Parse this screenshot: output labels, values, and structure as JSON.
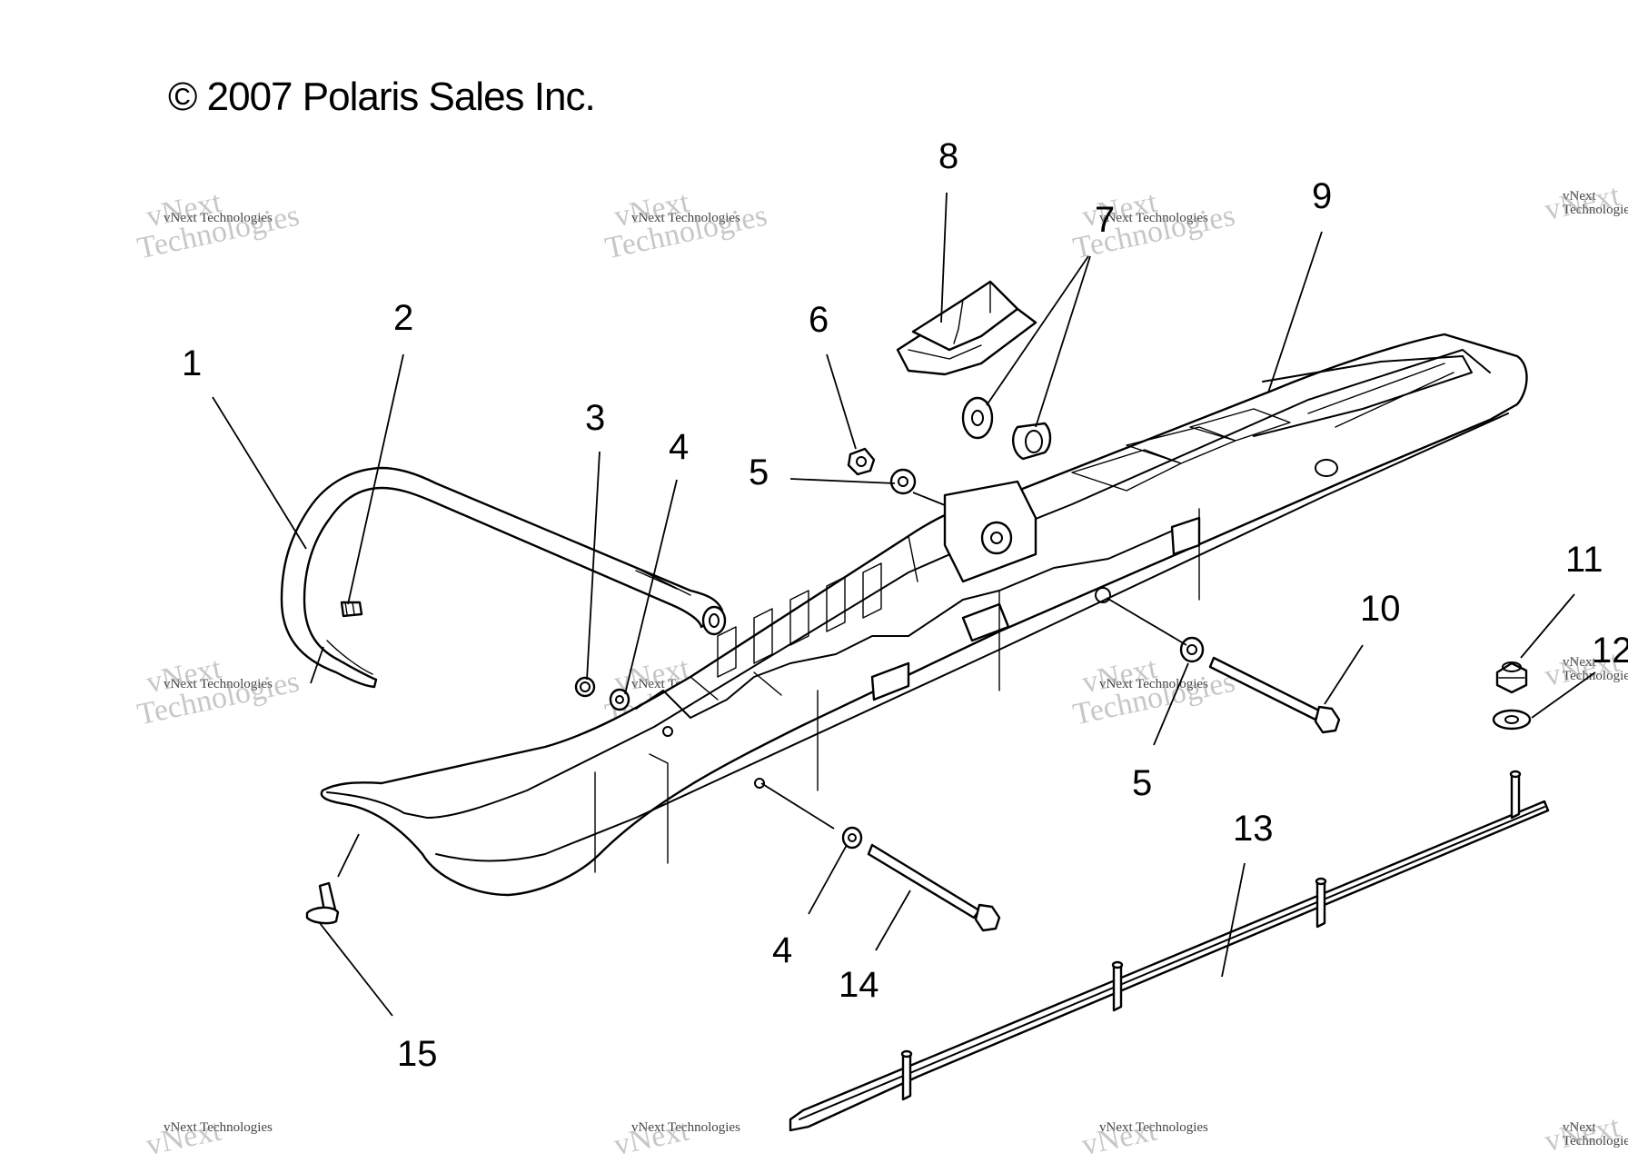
{
  "copyright": "© 2007 Polaris Sales Inc.",
  "watermark": {
    "line1": "vNext",
    "line2": "Technologies",
    "small": "vNext Technologies"
  },
  "callouts": [
    {
      "id": "c1",
      "label": "1"
    },
    {
      "id": "c2",
      "label": "2"
    },
    {
      "id": "c3",
      "label": "3"
    },
    {
      "id": "c4a",
      "label": "4"
    },
    {
      "id": "c4b",
      "label": "4"
    },
    {
      "id": "c5a",
      "label": "5"
    },
    {
      "id": "c5b",
      "label": "5"
    },
    {
      "id": "c6",
      "label": "6"
    },
    {
      "id": "c7",
      "label": "7"
    },
    {
      "id": "c8",
      "label": "8"
    },
    {
      "id": "c9",
      "label": "9"
    },
    {
      "id": "c10",
      "label": "10"
    },
    {
      "id": "c11",
      "label": "11"
    },
    {
      "id": "c12",
      "label": "12"
    },
    {
      "id": "c13",
      "label": "13"
    },
    {
      "id": "c14",
      "label": "14"
    },
    {
      "id": "c15",
      "label": "15"
    }
  ]
}
